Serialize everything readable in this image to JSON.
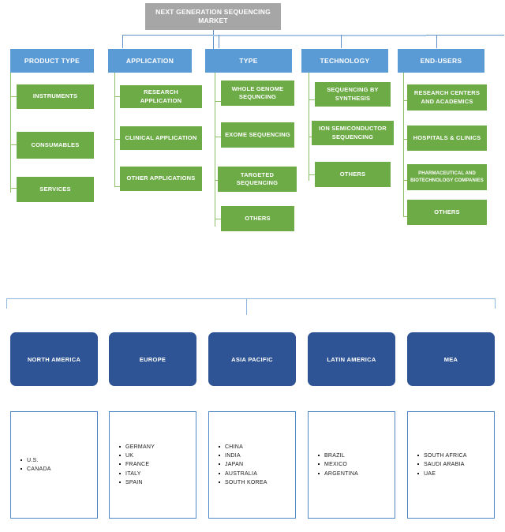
{
  "title": {
    "text": "NEXT GENERATION SEQUENCING MARKET"
  },
  "colors": {
    "title_bg": "#a6a6a6",
    "header_blue": "#5b9bd5",
    "segment_green": "#6cab46",
    "region_navy": "#2e5496",
    "connector_blue": "#5b8fc9",
    "connector_green": "#8cbf63",
    "country_border": "#4e86c8"
  },
  "columns": [
    {
      "header": "PRODUCT TYPE",
      "items": [
        "INSTRUMENTS",
        "CONSUMABLES",
        "SERVICES"
      ]
    },
    {
      "header": "APPLICATION",
      "items": [
        "RESEARCH  APPLICATION",
        "CLINICAL APPLICATION",
        "OTHER APPLICATIONS"
      ]
    },
    {
      "header": "TYPE",
      "items": [
        "WHOLE GENOME SEQUNCING",
        "EXOME SEQUENCING",
        "TARGETED SEQUENCING",
        "OTHERS"
      ]
    },
    {
      "header": "TECHNOLOGY",
      "items": [
        "SEQUENCING BY SYNTHESIS",
        "ION SEMICONDUCTOR SEQUENCING",
        "OTHERS"
      ]
    },
    {
      "header": "END-USERS",
      "items": [
        "RESEARCH CENTERS AND ACADEMICS",
        "HOSPITALS & CLINICS",
        "PHARMACEUTICAL  AND BIOTECHNOLOGY  COMPANIES",
        "OTHERS"
      ]
    }
  ],
  "regions": [
    {
      "name": "NORTH AMERICA",
      "countries": [
        "U.S.",
        "CANADA"
      ]
    },
    {
      "name": "EUROPE",
      "countries": [
        "GERMANY",
        "UK",
        "FRANCE",
        "ITALY",
        "SPAIN"
      ]
    },
    {
      "name": "ASIA PACIFIC",
      "countries": [
        "CHINA",
        "INDIA",
        "JAPAN",
        "AUSTRALIA",
        "SOUTH KOREA"
      ]
    },
    {
      "name": "LATIN AMERICA",
      "countries": [
        "BRAZIL",
        "MEXICO",
        "ARGENTINA"
      ]
    },
    {
      "name": "MEA",
      "countries": [
        "SOUTH AFRICA",
        "SAUDI ARABIA",
        "UAE"
      ]
    }
  ]
}
